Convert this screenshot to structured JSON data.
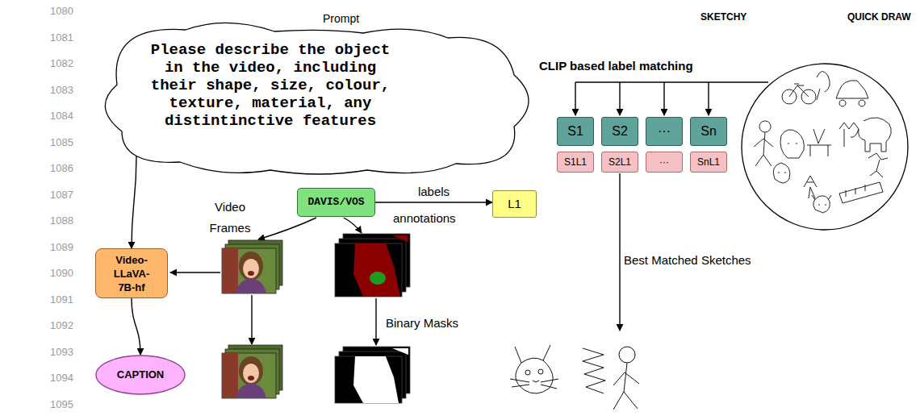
{
  "diagram": {
    "nodes": [
      {
        "text": [
          "Prompt",
          "Please describe the object in the video, including their shape, size, colour, texture, material, any distintinctive features"
        ]
      },
      {
        "text": [
          "S1"
        ]
      },
      {
        "text": [
          "S2"
        ]
      },
      {
        "text": [
          "···"
        ]
      },
      {
        "text": [
          "Sn"
        ]
      },
      {
        "text": [
          "S1L1"
        ]
      },
      {
        "text": [
          "S2L1"
        ]
      },
      {
        "text": [
          "···"
        ]
      },
      {
        "text": [
          "SnL1"
        ]
      },
      {
        "text": [
          "DAVIS/VOS"
        ]
      },
      {
        "text": [
          "L1"
        ]
      },
      {
        "text": [
          "Video- LLaVA- 7B-hf"
        ]
      },
      {
        "text": [
          "CAPTION"
        ]
      }
    ],
    "edges": [
      {
        "from": 0,
        "to": 11,
        "arrow": "to"
      },
      {
        "from": 9,
        "to": 10,
        "label": "labels",
        "arrow": "to"
      },
      {
        "from": 11,
        "to": 12,
        "arrow": "to"
      }
    ],
    "labels": [
      "SKETCHY",
      "QUICK DRAW",
      "CLIP based label matching",
      "Video Frames",
      "annotations",
      "Binary Masks",
      "Best Matched Sketches",
      "1080",
      "1081",
      "1082",
      "1083",
      "1084",
      "1085",
      "1086",
      "1087",
      "1088",
      "1089",
      "1090",
      "1091",
      "1092",
      "1093",
      "1094",
      "1095"
    ]
  }
}
